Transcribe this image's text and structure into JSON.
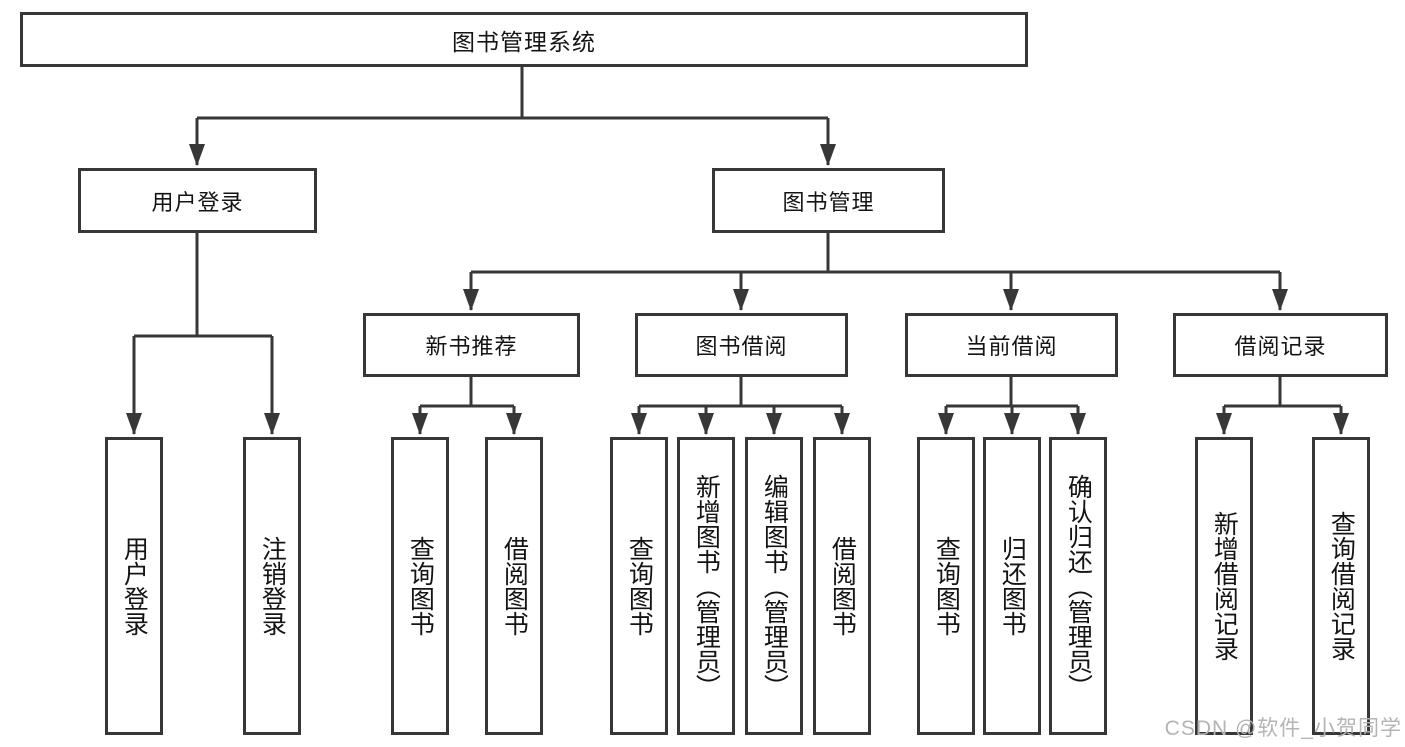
{
  "diagram": {
    "type": "tree",
    "root": {
      "label": "图书管理系统"
    },
    "level2": [
      {
        "label": "用户登录"
      },
      {
        "label": "图书管理"
      }
    ],
    "level3": [
      {
        "label": "新书推荐"
      },
      {
        "label": "图书借阅"
      },
      {
        "label": "当前借阅"
      },
      {
        "label": "借阅记录"
      }
    ],
    "leaves": {
      "user_login": [
        "用户登录",
        "注销登录"
      ],
      "new_book": [
        "查询图书",
        "借阅图书"
      ],
      "book_borrow": [
        "查询图书",
        "新增图书（管理员）",
        "编辑图书（管理员）",
        "借阅图书"
      ],
      "current_borrow": [
        "查询图书",
        "归还图书",
        "确认归还（管理员）"
      ],
      "borrow_record": [
        "新增借阅记录",
        "查询借阅记录"
      ]
    },
    "hierarchy": {
      "图书管理系统": {
        "用户登录": [
          "用户登录",
          "注销登录"
        ],
        "图书管理": {
          "新书推荐": [
            "查询图书",
            "借阅图书"
          ],
          "图书借阅": [
            "查询图书",
            "新增图书（管理员）",
            "编辑图书（管理员）",
            "借阅图书"
          ],
          "当前借阅": [
            "查询图书",
            "归还图书",
            "确认归还（管理员）"
          ],
          "借阅记录": [
            "新增借阅记录",
            "查询借阅记录"
          ]
        }
      }
    },
    "watermark": "CSDN @软件_小贺同学",
    "colors": {
      "line": "#373737",
      "box_border": "#373737",
      "box_fill": "#ffffff",
      "text": "#141414",
      "watermark": "#b4b4b4",
      "background": "#ffffff"
    }
  }
}
